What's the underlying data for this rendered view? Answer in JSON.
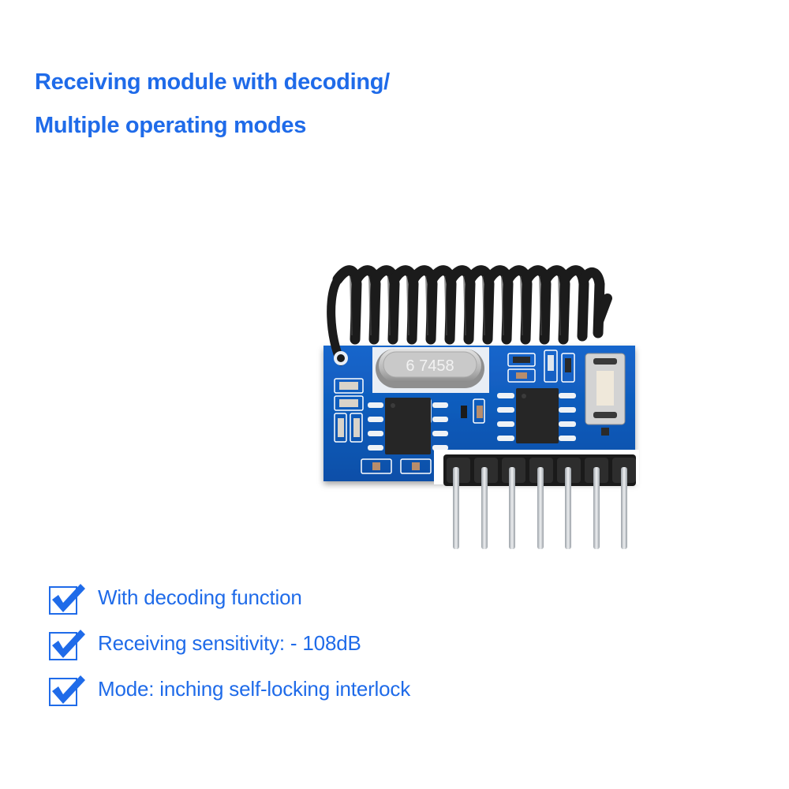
{
  "headline": {
    "line1": "Receiving module with decoding/",
    "line2": "Multiple operating modes"
  },
  "product": {
    "name": "RF receiver decoding module",
    "crystal_label": "6 7458",
    "pin_count": 7,
    "colors": {
      "pcb": "#0f5cc0",
      "antenna": "#1b1b1b",
      "crystal": "#c8c8c8",
      "header": "#1a1a1a",
      "pins": "#c9cdd2"
    }
  },
  "features": [
    {
      "icon": "checkbox-checked-icon",
      "label": "With decoding function"
    },
    {
      "icon": "checkbox-checked-icon",
      "label": "Receiving sensitivity: - 108dB"
    },
    {
      "icon": "checkbox-checked-icon",
      "label": "Mode: inching self-locking interlock"
    }
  ],
  "colors": {
    "accent": "#1f6be9",
    "background": "#ffffff"
  }
}
